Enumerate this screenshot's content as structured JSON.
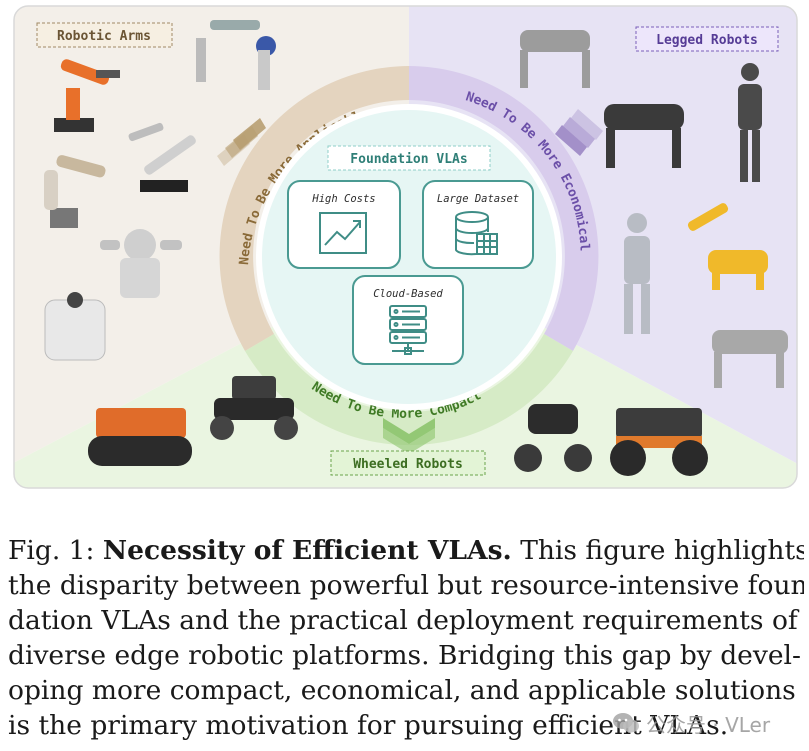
{
  "figure": {
    "center_title": "Foundation VLAs",
    "cards": [
      {
        "label": "High Costs",
        "icon": "trend-chart-icon"
      },
      {
        "label": "Large Dataset",
        "icon": "database-icon"
      },
      {
        "label": "Cloud-Based",
        "icon": "server-icon"
      }
    ],
    "ring_labels": {
      "left": "Need To Be More Applicable",
      "right": "Need To Be More Economical",
      "bottom": "Need To Be More Compact"
    },
    "sections": {
      "arms": "Robotic Arms",
      "legged": "Legged Robots",
      "wheeled": "Wheeled Robots"
    },
    "colors": {
      "arms_bg": "#f3efe9",
      "legged_bg": "#e7e3f4",
      "wheeled_bg": "#eaf5e1",
      "ring_left": "#e4d4bf",
      "ring_right": "#d8ccec",
      "ring_bottom": "#d6ebc6",
      "center_fill": "#e6f6f4",
      "card_stroke": "#4a9a92"
    }
  },
  "caption": {
    "lines": [
      {
        "prefix": "Fig. 1: ",
        "bold": "Necessity of Efficient VLAs.",
        "rest": " This figure highlights"
      },
      {
        "prefix": "the disparity between powerful but resource-intensive foun-",
        "bold": "",
        "rest": ""
      },
      {
        "prefix": "dation VLAs and the practical deployment requirements of",
        "bold": "",
        "rest": ""
      },
      {
        "prefix": "diverse edge robotic platforms. Bridging this gap by devel-",
        "bold": "",
        "rest": ""
      },
      {
        "prefix": "oping more compact, economical, and applicable solutions",
        "bold": "",
        "rest": ""
      },
      {
        "prefix": "is the primary motivation for pursuing efficient VLAs.",
        "bold": "",
        "rest": ""
      }
    ]
  },
  "watermark": "公众号 · VLer"
}
